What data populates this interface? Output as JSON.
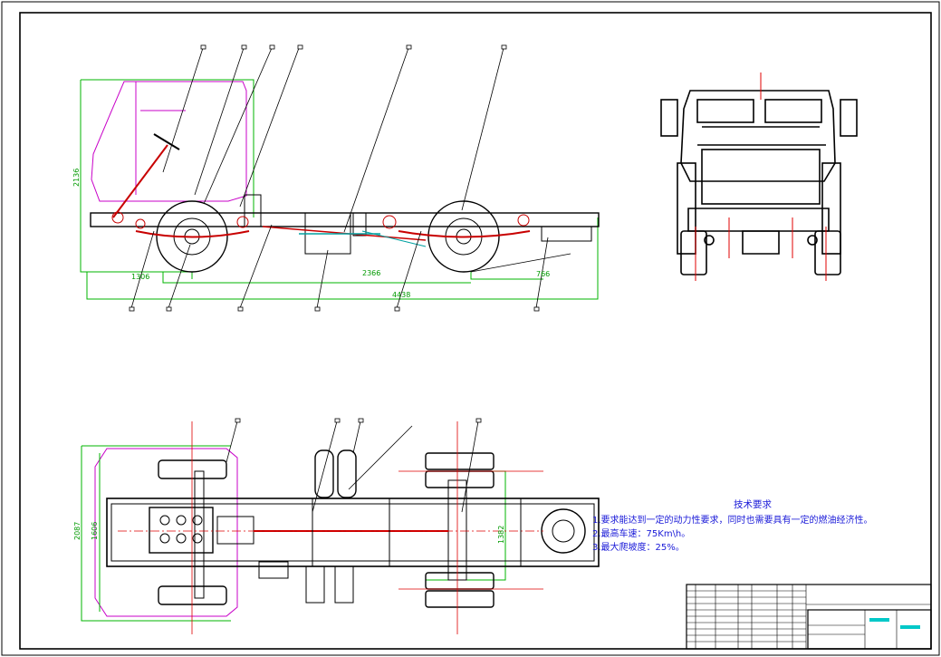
{
  "technical_requirements": {
    "title": "技术要求",
    "lines": [
      "1.要求能达到一定的动力性要求，同时也需要具有一定的燃油经济性。",
      "2.最高车速：75Km\\h。",
      "3.最大爬坡度：25%。"
    ]
  },
  "dimensions": {
    "overall_height": "2136",
    "front_overhang": "1306",
    "wheelbase": "2366",
    "rear_overhang": "766",
    "overall_length": "4438",
    "overall_width": "2087",
    "front_track": "1606",
    "rear_track": "1382"
  },
  "colors": {
    "outline": "#000000",
    "cab": "#c800c8",
    "dimension": "#00b400",
    "centerline": "#e00000",
    "notes": "#1a1ad8",
    "hatch": "#00a0a0"
  }
}
